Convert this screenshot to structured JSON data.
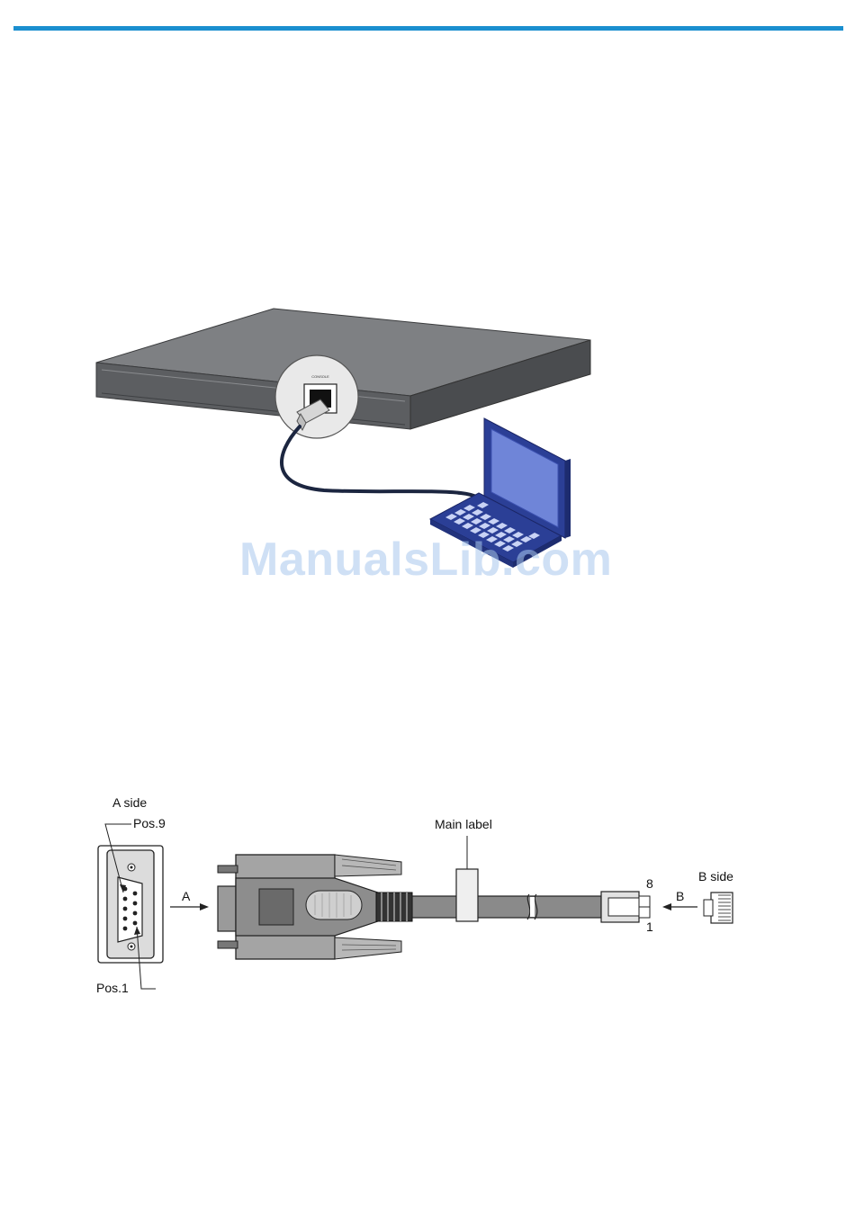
{
  "page": {
    "rule_color": "#1b8fcf",
    "watermark": {
      "text": "ManualsLib.com",
      "color": "#a9c8ee"
    }
  },
  "figure_device": {
    "port_label": "CONSOLE",
    "colors": {
      "device_top": "#7e8083",
      "device_front": "#5b5d60",
      "cable": "#1c2640",
      "laptop": "#2b3f96",
      "screen": "#6f85d8"
    }
  },
  "figure_cable": {
    "a_side_label": "A side",
    "pos9_label": "Pos.9",
    "pos1_label": "Pos.1",
    "arrow_a_label": "A",
    "main_label": "Main label",
    "pin8_label": "8",
    "pin1_label": "1",
    "arrow_b_label": "B",
    "b_side_label": "B side"
  }
}
